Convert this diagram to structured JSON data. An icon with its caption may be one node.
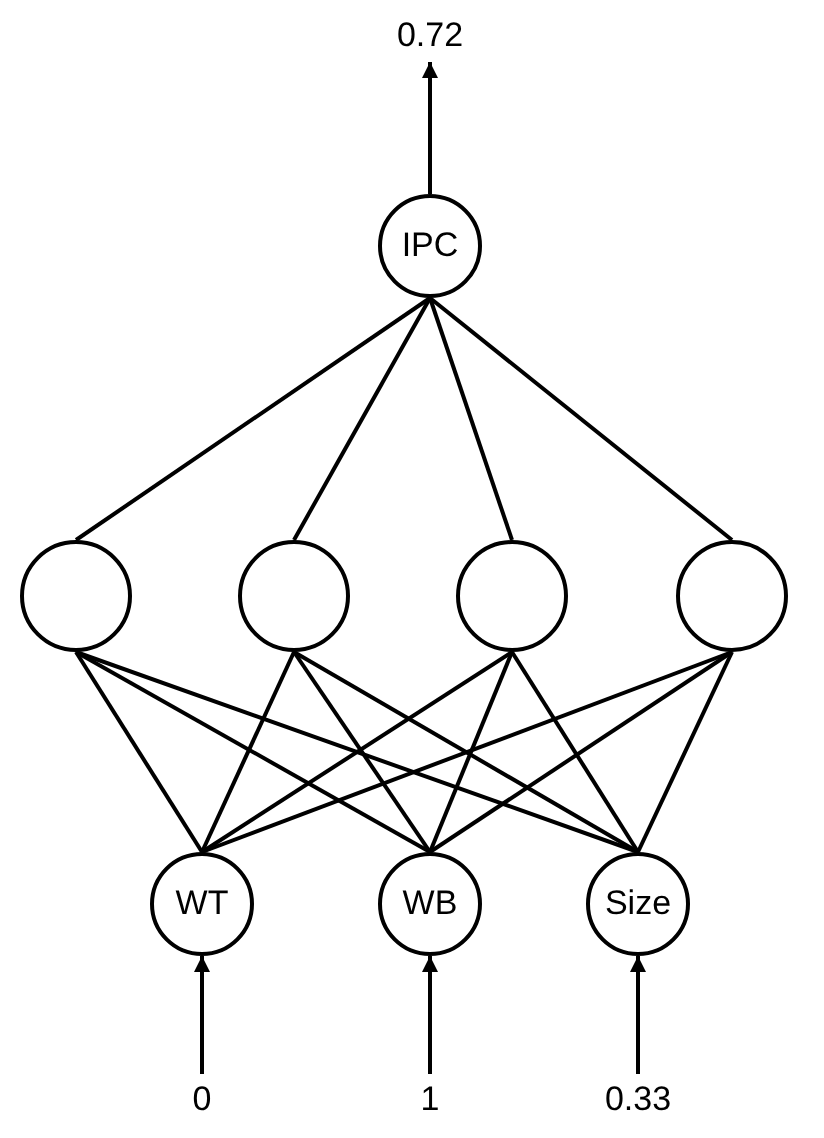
{
  "diagram": {
    "nodes": [
      {
        "text": [
          "0.72"
        ]
      },
      {
        "text": [
          "IPC"
        ]
      },
      {
        "text": [],
        "shape": "circle"
      },
      {
        "text": [],
        "shape": "circle"
      },
      {
        "text": [],
        "shape": "circle"
      },
      {
        "text": [],
        "shape": "circle"
      },
      {
        "text": [
          "WT"
        ]
      },
      {
        "text": [
          "WB"
        ]
      },
      {
        "text": [
          "Size"
        ]
      },
      {
        "text": [
          "0"
        ]
      },
      {
        "text": [
          "1"
        ]
      },
      {
        "text": [
          "0.33"
        ]
      }
    ],
    "edges": [
      {
        "from": 1,
        "to": 0,
        "arrow": "to"
      },
      {
        "from": 2,
        "to": 1,
        "arrow": "none"
      },
      {
        "from": 3,
        "to": 1,
        "arrow": "none"
      },
      {
        "from": 4,
        "to": 1,
        "arrow": "none"
      },
      {
        "from": 5,
        "to": 1,
        "arrow": "none"
      },
      {
        "from": 6,
        "to": 2,
        "arrow": "none"
      },
      {
        "from": 6,
        "to": 3,
        "arrow": "none"
      },
      {
        "from": 6,
        "to": 4,
        "arrow": "none"
      },
      {
        "from": 6,
        "to": 5,
        "arrow": "none"
      },
      {
        "from": 7,
        "to": 2,
        "arrow": "none"
      },
      {
        "from": 7,
        "to": 3,
        "arrow": "none"
      },
      {
        "from": 7,
        "to": 4,
        "arrow": "none"
      },
      {
        "from": 7,
        "to": 5,
        "arrow": "none"
      },
      {
        "from": 8,
        "to": 2,
        "arrow": "none"
      },
      {
        "from": 8,
        "to": 3,
        "arrow": "none"
      },
      {
        "from": 8,
        "to": 4,
        "arrow": "none"
      },
      {
        "from": 8,
        "to": 5,
        "arrow": "none"
      },
      {
        "from": 9,
        "to": 6,
        "arrow": "to"
      },
      {
        "from": 10,
        "to": 7,
        "arrow": "to"
      },
      {
        "from": 11,
        "to": 8,
        "arrow": "to"
      }
    ]
  }
}
